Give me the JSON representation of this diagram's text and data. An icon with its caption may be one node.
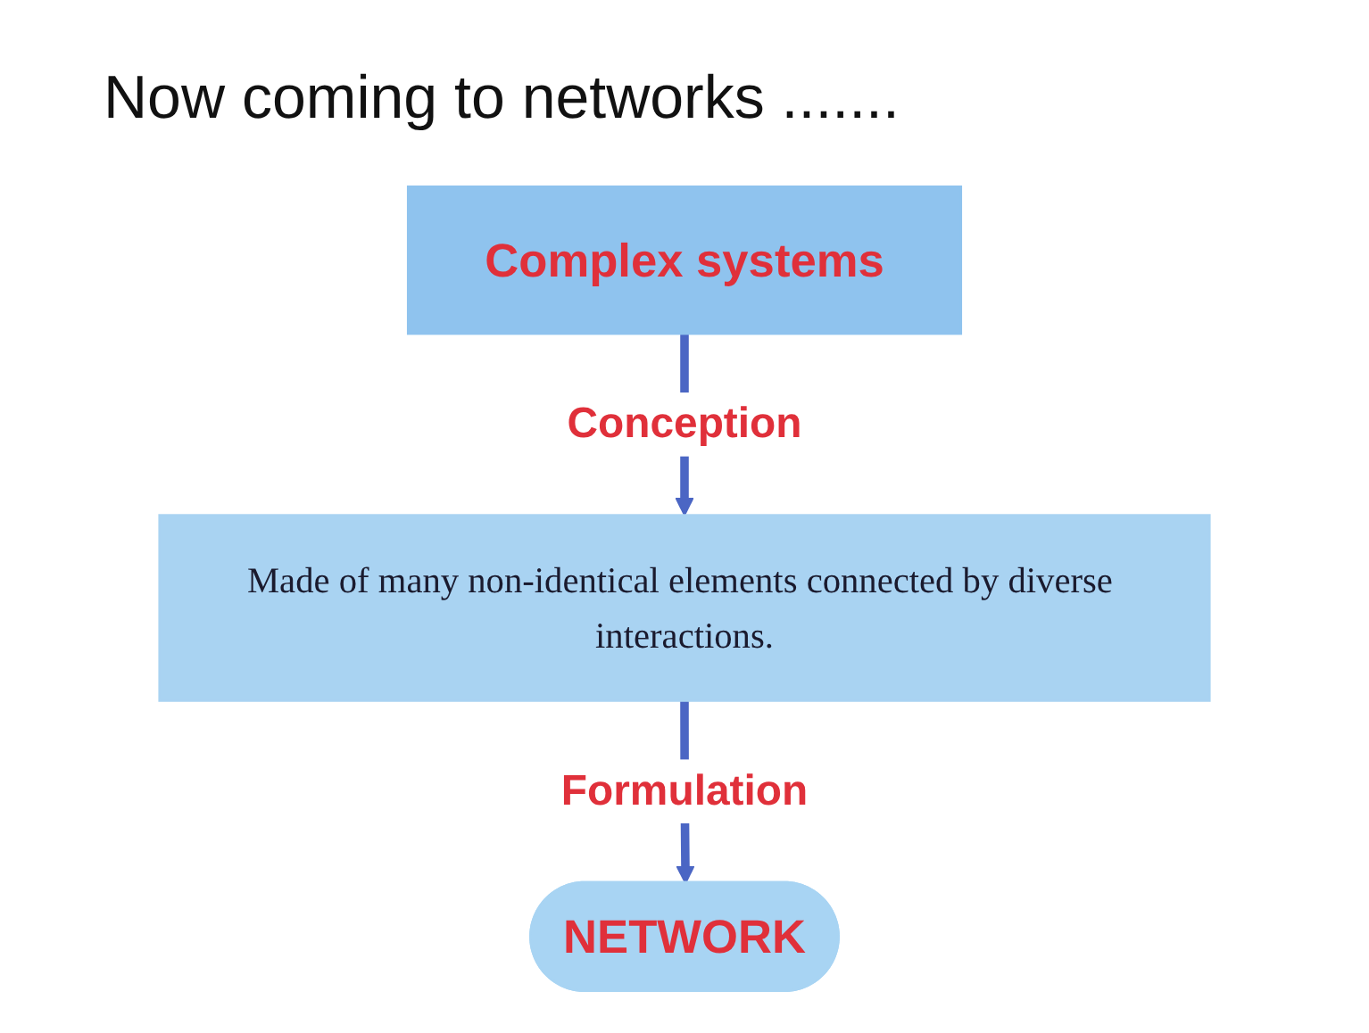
{
  "diagram": {
    "title": "Now coming to networks .......",
    "nodes": [
      {
        "text": [
          "Complex systems"
        ]
      },
      {
        "text": [
          "Made of many non-identical elements connected by diverse interactions."
        ]
      },
      {
        "text": [
          "NETWORK"
        ]
      }
    ],
    "edges": [
      {
        "from": 0,
        "to": 1,
        "arrow": "to",
        "label": "Conception"
      },
      {
        "from": 1,
        "to": 2,
        "arrow": "to",
        "label": "Formulation"
      }
    ]
  }
}
